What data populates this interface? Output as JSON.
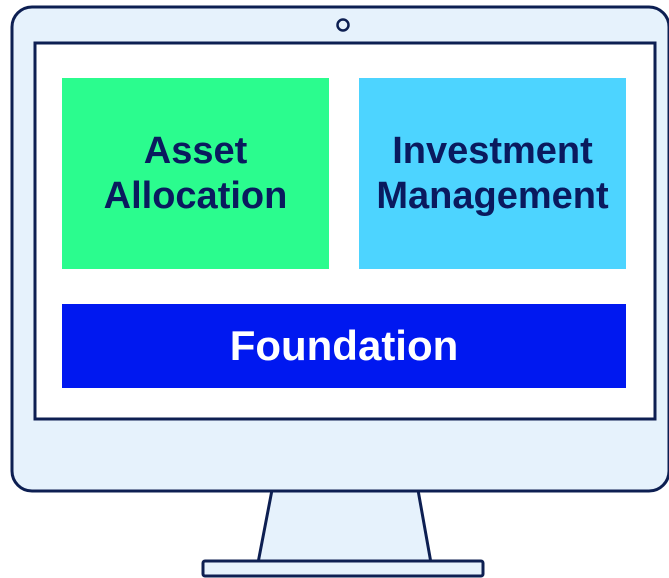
{
  "colors": {
    "outline": "#0d1f52",
    "bezel_fill": "#e6f2fc",
    "screen_fill": "#ffffff",
    "asset_tile": "#2bfc8e",
    "investment_tile": "#4dd4ff",
    "foundation_tile": "#0018f0",
    "dark_text": "#0a1a5e",
    "light_text": "#ffffff"
  },
  "tiles": {
    "asset_allocation": {
      "line1": "Asset",
      "line2": "Allocation"
    },
    "investment_management": {
      "line1": "Investment",
      "line2": "Management"
    },
    "foundation": {
      "label": "Foundation"
    }
  },
  "icons": {
    "camera": "camera-icon"
  }
}
